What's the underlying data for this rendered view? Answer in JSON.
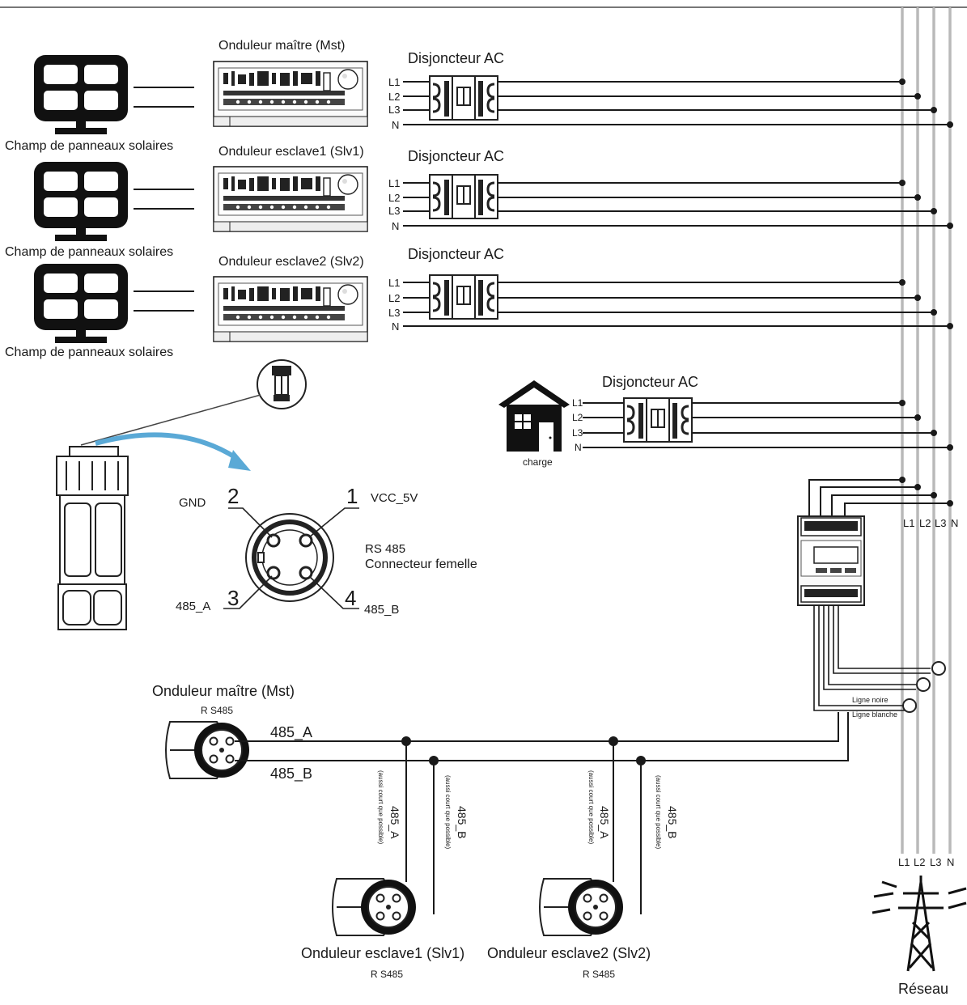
{
  "strings": [
    {
      "id": "inv-mst-label",
      "text": "Onduleur maître (Mst)"
    },
    {
      "id": "inv-slv1-label",
      "text": "Onduleur esclave1 (Slv1)"
    },
    {
      "id": "inv-slv2-label",
      "text": "Onduleur esclave2 (Slv2)"
    },
    {
      "id": "breaker-1-label",
      "text": "Disjoncteur AC"
    },
    {
      "id": "breaker-2-label",
      "text": "Disjoncteur AC"
    },
    {
      "id": "breaker-3-label",
      "text": "Disjoncteur AC"
    },
    {
      "id": "breaker-4-label",
      "text": "Disjoncteur AC"
    },
    {
      "id": "solar-1-label",
      "text": "Champ de panneaux solaires"
    },
    {
      "id": "solar-2-label",
      "text": "Champ de panneaux solaires"
    },
    {
      "id": "solar-3-label",
      "text": "Champ de panneaux solaires"
    },
    {
      "id": "br1-l1",
      "text": "L1"
    },
    {
      "id": "br1-l2",
      "text": "L2"
    },
    {
      "id": "br1-l3",
      "text": "L3"
    },
    {
      "id": "br1-n",
      "text": "N"
    },
    {
      "id": "br2-l1",
      "text": "L1"
    },
    {
      "id": "br2-l2",
      "text": "L2"
    },
    {
      "id": "br2-l3",
      "text": "L3"
    },
    {
      "id": "br2-n",
      "text": "N"
    },
    {
      "id": "br3-l1",
      "text": "L1"
    },
    {
      "id": "br3-l2",
      "text": "L2"
    },
    {
      "id": "br3-l3",
      "text": "L3"
    },
    {
      "id": "br3-n",
      "text": "N"
    },
    {
      "id": "br4-l1",
      "text": "L1"
    },
    {
      "id": "br4-l2",
      "text": "L2"
    },
    {
      "id": "br4-l3",
      "text": "L3"
    },
    {
      "id": "br4-n",
      "text": "N"
    },
    {
      "id": "load-label",
      "text": "charge"
    },
    {
      "id": "pin-gnd",
      "text": "GND"
    },
    {
      "id": "pin-vcc",
      "text": "VCC_5V"
    },
    {
      "id": "pin-485a",
      "text": "485_A"
    },
    {
      "id": "pin-485b",
      "text": "485_B"
    },
    {
      "id": "pin-num-1",
      "text": "1"
    },
    {
      "id": "pin-num-2",
      "text": "2"
    },
    {
      "id": "pin-num-3",
      "text": "3"
    },
    {
      "id": "pin-num-4",
      "text": "4"
    },
    {
      "id": "rs485-label",
      "text": "RS 485"
    },
    {
      "id": "female-conn-label",
      "text": "Connecteur femelle"
    },
    {
      "id": "meter-top-l1",
      "text": "L1"
    },
    {
      "id": "meter-top-l2",
      "text": "L2"
    },
    {
      "id": "meter-top-l3",
      "text": "L3"
    },
    {
      "id": "meter-top-n",
      "text": "N"
    },
    {
      "id": "grid-l1",
      "text": "L1"
    },
    {
      "id": "grid-l2",
      "text": "L2"
    },
    {
      "id": "grid-l3",
      "text": "L3"
    },
    {
      "id": "grid-n",
      "text": "N"
    },
    {
      "id": "ct-black-label",
      "text": "Ligne noire"
    },
    {
      "id": "ct-white-label",
      "text": "Ligne blanche"
    },
    {
      "id": "comm-mst-label",
      "text": "Onduleur maître (Mst)"
    },
    {
      "id": "comm-mst-rs485",
      "text": "R S485"
    },
    {
      "id": "bus-485a",
      "text": "485_A"
    },
    {
      "id": "bus-485b",
      "text": "485_B"
    },
    {
      "id": "drop1-a",
      "text": "485_A"
    },
    {
      "id": "drop1-b",
      "text": "485_B"
    },
    {
      "id": "drop2-a",
      "text": "485_A"
    },
    {
      "id": "drop2-b",
      "text": "485_B"
    },
    {
      "id": "drop1-a-note",
      "text": "(aussi court que possible)"
    },
    {
      "id": "drop1-b-note",
      "text": "(aussi court que possible)"
    },
    {
      "id": "drop2-a-note",
      "text": "(aussi court que possible)"
    },
    {
      "id": "drop2-b-note",
      "text": "(aussi court que possible)"
    },
    {
      "id": "comm-slv1-label",
      "text": "Onduleur esclave1 (Slv1)"
    },
    {
      "id": "comm-slv2-label",
      "text": "Onduleur esclave2 (Slv2)"
    },
    {
      "id": "comm-slv1-rs485",
      "text": "R S485"
    },
    {
      "id": "comm-slv2-rs485",
      "text": "R S485"
    },
    {
      "id": "grid-label",
      "text": "Réseau"
    }
  ],
  "colors": {
    "line": "#1a1a1a",
    "busbar": "#a9a9a9",
    "connector_arrow": "#5aa9d6",
    "device": "#2b2b2b",
    "background": "#ffffff"
  },
  "icons": [
    "solar-panel-icon",
    "inverter-icon",
    "ac-breaker-icon",
    "house-icon",
    "rs485-plug-icon",
    "rs485-socket-icon",
    "energy-meter-icon",
    "ct-clamp-icon",
    "pylon-icon"
  ]
}
